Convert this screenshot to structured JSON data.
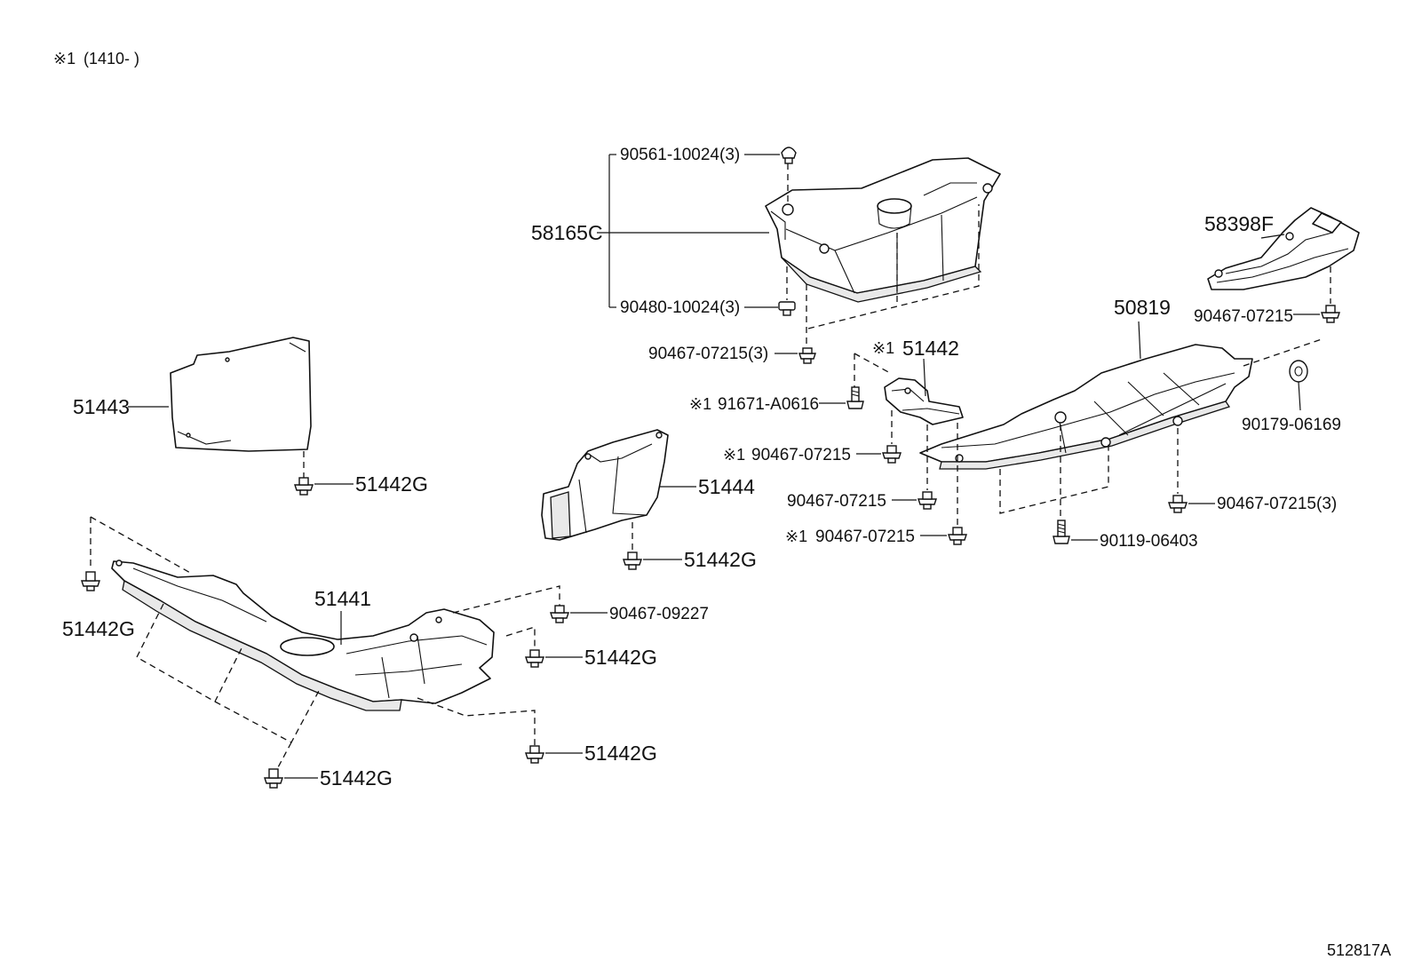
{
  "note": {
    "mark": "※1",
    "text": "(1410-    )"
  },
  "figure_id": "512817A",
  "labels": {
    "p90561": "90561-10024(3)",
    "p58165c": "58165C",
    "p90480": "90480-10024(3)",
    "p90467_3_top": "90467-07215(3)",
    "p51443": "51443",
    "p51442g_a": "51442G",
    "p58398f": "58398F",
    "p50819": "50819",
    "p90467_right_top": "90467-07215",
    "p51442_mark": "※1",
    "p51442": "51442",
    "p91671_mark": "※1",
    "p91671": "91671-A0616",
    "p90179": "90179-06169",
    "p90467_mid1_mark": "※1",
    "p90467_mid1": "90467-07215",
    "p51444": "51444",
    "p90467_mid2": "90467-07215",
    "p90467_right3": "90467-07215(3)",
    "p90467_mid3_mark": "※1",
    "p90467_mid3": "90467-07215",
    "p90119": "90119-06403",
    "p51442g_b": "51442G",
    "p51442g_left": "51442G",
    "p51441": "51441",
    "p90467_09227": "90467-09227",
    "p51442g_c": "51442G",
    "p51442g_d": "51442G",
    "p51442g_e": "51442G"
  }
}
